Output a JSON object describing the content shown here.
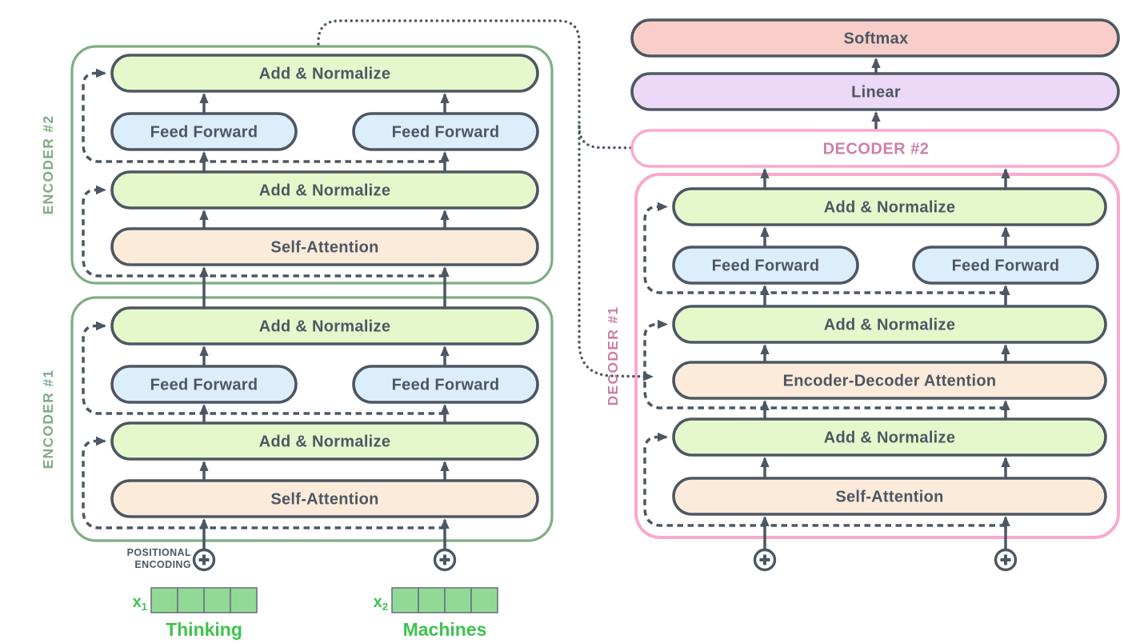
{
  "diagram": {
    "title": "transformer-encoder-decoder-stack",
    "colors": {
      "slate": "#4D5763",
      "add_norm_fill": "#E5F8CC",
      "feed_forward_fill": "#DCEDFB",
      "attention_fill": "#FCEBDA",
      "softmax_fill": "#F9CEC9",
      "linear_fill": "#ECD9F7",
      "encoder_green": "#7EAE81",
      "decoder_pink": "#FBA8CD",
      "decoder_text_pink": "#CE7FA8",
      "bright_green": "#3EC34D",
      "embed_cell_fill": "#93D996",
      "embed_cell_border": "#6B747E",
      "background": "#FFFFFF"
    },
    "encoder2": {
      "label": "ENCODER #2",
      "rows": [
        "Add & Normalize",
        "Feed Forward",
        "Feed Forward",
        "Add & Normalize",
        "Self-Attention"
      ]
    },
    "encoder1": {
      "label": "ENCODER #1",
      "rows": [
        "Add & Normalize",
        "Feed Forward",
        "Feed Forward",
        "Add & Normalize",
        "Self-Attention"
      ]
    },
    "decoder1": {
      "label": "DECODER #1",
      "rows": [
        "Add & Normalize",
        "Feed Forward",
        "Feed Forward",
        "Add & Normalize",
        "Encoder-Decoder Attention",
        "Add & Normalize",
        "Self-Attention"
      ]
    },
    "decoder2_label": "DECODER #2",
    "softmax_label": "Softmax",
    "linear_label": "Linear",
    "positional_encoding": {
      "line1": "POSITIONAL",
      "line2": "ENCODING"
    },
    "inputs": [
      {
        "symbol": "x",
        "subscript": "1",
        "word": "Thinking",
        "cells": 4
      },
      {
        "symbol": "x",
        "subscript": "2",
        "word": "Machines",
        "cells": 4
      }
    ]
  }
}
